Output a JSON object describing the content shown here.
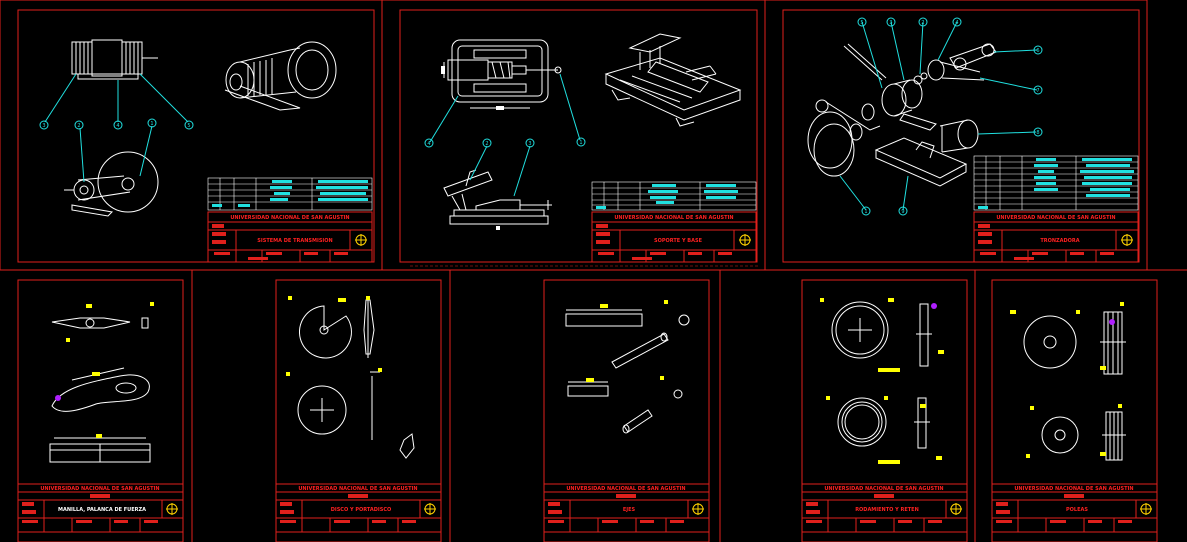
{
  "sheets": [
    {
      "university": "UNIVERSIDAD NACIONAL DE SAN AGUSTIN",
      "title": "SISTEMA DE TRANSMISION"
    },
    {
      "university": "UNIVERSIDAD NACIONAL DE SAN AGUSTIN",
      "title": "SOPORTE Y BASE"
    },
    {
      "university": "UNIVERSIDAD NACIONAL DE SAN AGUSTIN",
      "title": "TRONZADORA"
    },
    {
      "university": "UNIVERSIDAD NACIONAL DE SAN AGUSTIN",
      "title": "MANILLA, PALANCA DE FUERZA"
    },
    {
      "university": "UNIVERSIDAD NACIONAL DE SAN AGUSTIN",
      "title": "DISCO Y PORTADISCO"
    },
    {
      "university": "UNIVERSIDAD NACIONAL DE SAN AGUSTIN",
      "title": "EJES"
    },
    {
      "university": "UNIVERSIDAD NACIONAL DE SAN AGUSTIN",
      "title": "RODAMIENTO Y RETEN"
    },
    {
      "university": "UNIVERSIDAD NACIONAL DE SAN AGUSTIN",
      "title": "POLEAS"
    }
  ],
  "callouts": {
    "sheet1": [
      "3",
      "2",
      "4",
      "1",
      "5"
    ],
    "sheet2": [
      "4",
      "2",
      "3",
      "1"
    ],
    "sheet3": [
      "5",
      "3",
      "2",
      "4",
      "6",
      "7",
      "8",
      "1",
      "9"
    ]
  },
  "colors": {
    "border": "#e0201c",
    "drawing": "#ffffff",
    "leader": "#20e0e0",
    "dimension": "#ffff00",
    "highlight": "#20e0e0"
  }
}
